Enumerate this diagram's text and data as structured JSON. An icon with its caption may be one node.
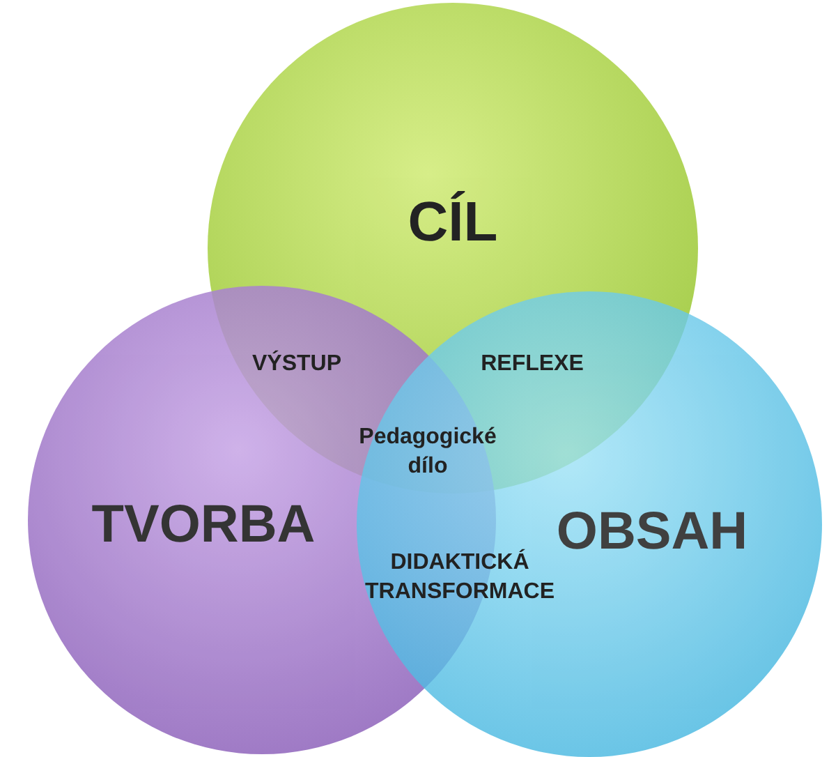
{
  "diagram": {
    "nodes": [
      {
        "text": [
          "CÍL"
        ]
      },
      {
        "text": [
          "TVORBA"
        ]
      },
      {
        "text": [
          "OBSAH"
        ]
      }
    ],
    "labels": [
      "VÝSTUP",
      "REFLEXE",
      "Pedagogické dílo",
      "DIDAKTICKÁ TRANSFORMACE"
    ]
  }
}
